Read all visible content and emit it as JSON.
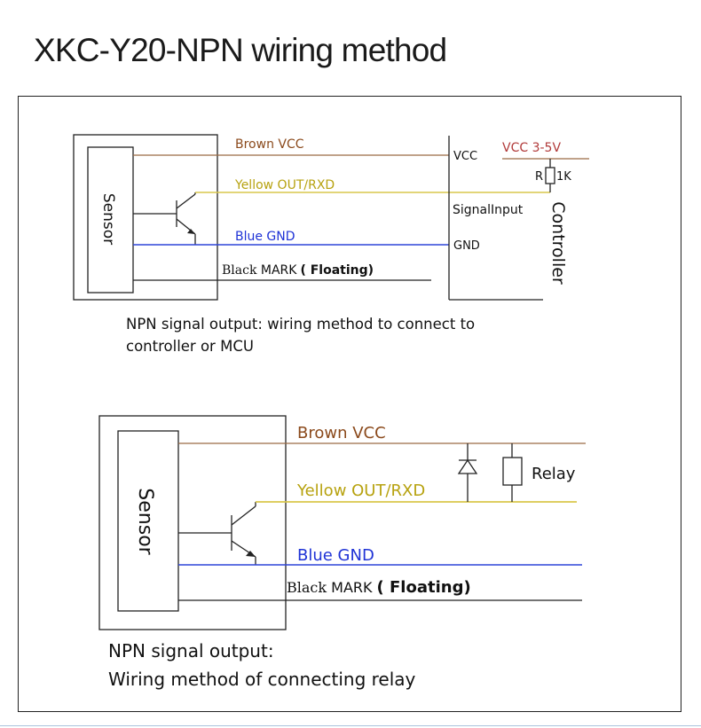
{
  "page": {
    "title": "XKC-Y20-NPN wiring method"
  },
  "colors": {
    "brown": "#9b6a45",
    "yellow": "#d9c74c",
    "blue": "#2f45d8",
    "black": "#222222",
    "brown_text": "#8b4a1c",
    "yellow_text": "#b7a20f",
    "blue_text": "#1f33d6",
    "controller_red": "#b13a3a"
  },
  "diagram1": {
    "sensor_label": "Sensor",
    "wire_brown": "Brown VCC",
    "wire_yellow": "Yellow OUT/RXD",
    "wire_blue": "Blue GND",
    "wire_black_prefix": "Black ",
    "wire_black_mark": "MARK",
    "wire_black_floating": "( Floating)",
    "controller_label": "Controller",
    "vcc_pin": "VCC",
    "signal_pin": "SignalInput",
    "gnd_pin": "GND",
    "supply": "VCC 3-5V",
    "resistor_prefix": "R",
    "resistor_value": "1K",
    "caption_line1": "NPN signal output: wiring method to connect to",
    "caption_line2": "controller or MCU"
  },
  "diagram2": {
    "sensor_label": "Sensor",
    "wire_brown": "Brown VCC",
    "wire_yellow": "Yellow OUT/RXD",
    "wire_blue": "Blue GND",
    "wire_black_prefix": "Black ",
    "wire_black_mark": "MARK",
    "wire_black_floating": "( Floating)",
    "relay_label": "Relay",
    "caption_line1": "NPN signal output:",
    "caption_line2": "Wiring method of connecting relay"
  }
}
